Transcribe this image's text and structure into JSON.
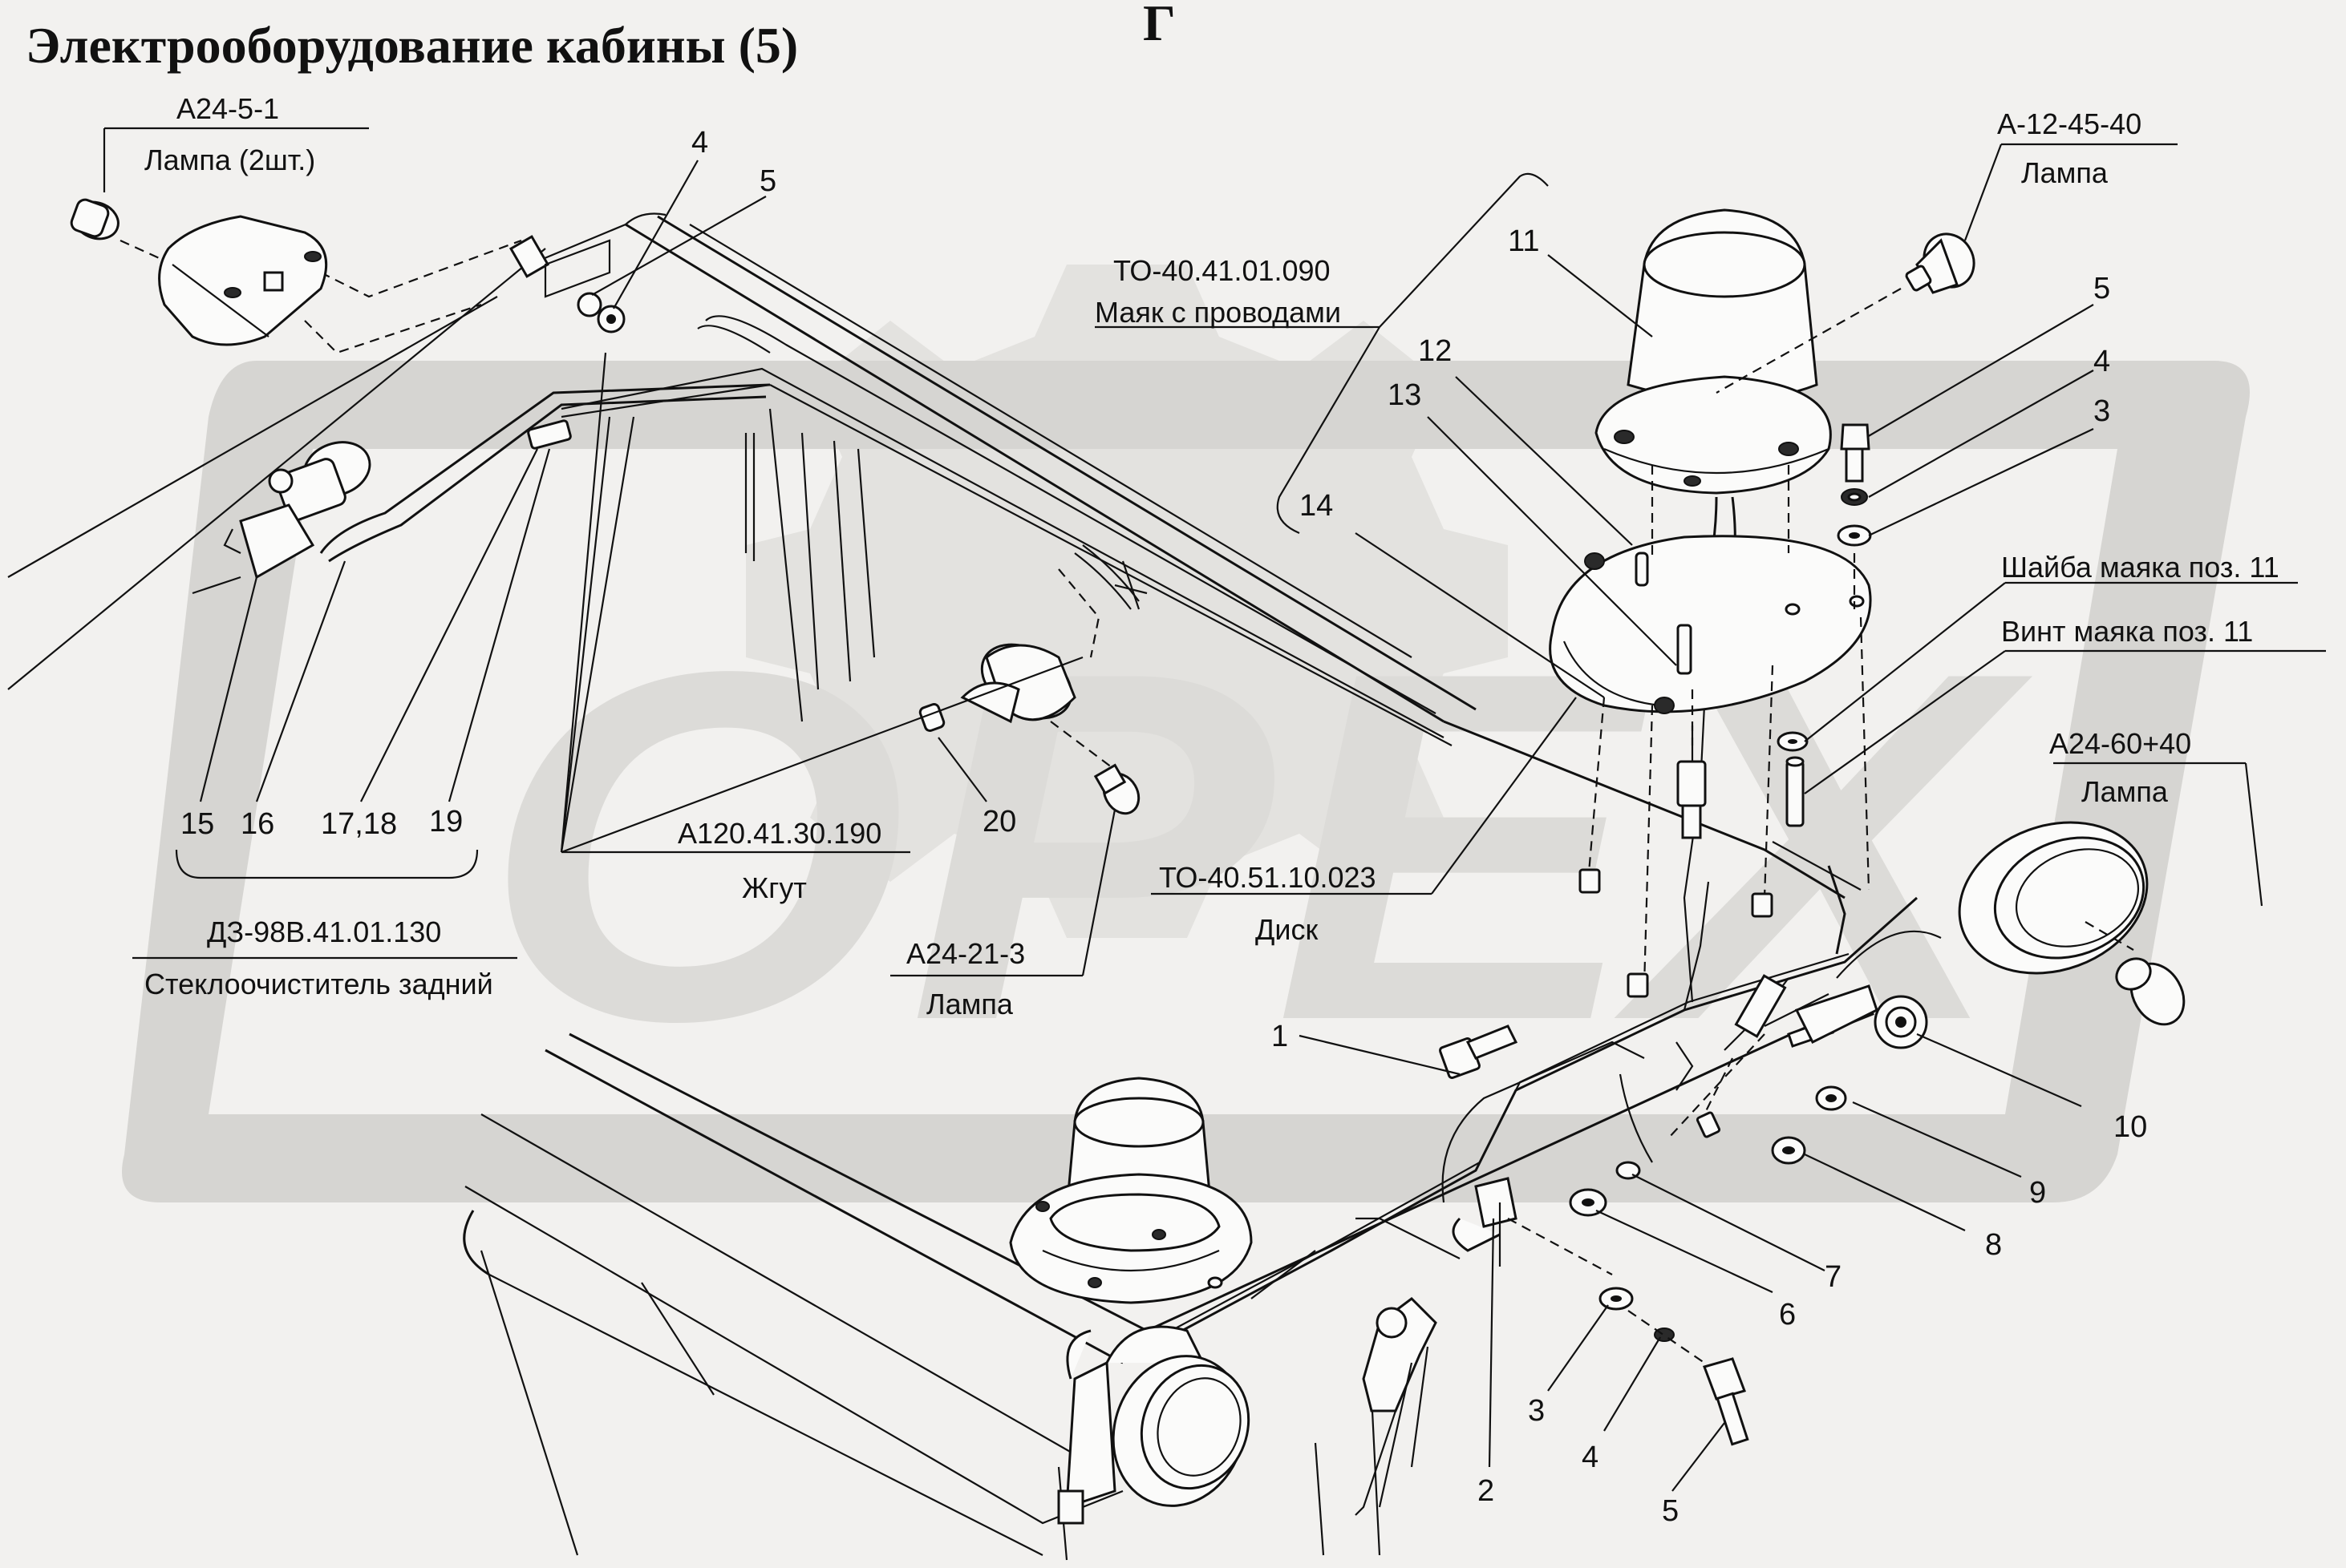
{
  "title": "Электрооборудование кабины (5)",
  "view_letter": "Г",
  "watermark": "OPEX",
  "callouts": {
    "lamp_2pcs_code": "А24-5-1",
    "lamp_2pcs_name": "Лампа (2шт.)",
    "beacon_lamp_code": "А-12-45-40",
    "beacon_lamp_name": "Лампа",
    "beacon_wires_code": "ТО-40.41.01.090",
    "beacon_wires_name": "Маяк с проводами",
    "beacon_washer": "Шайба маяка поз. 11",
    "beacon_screw": "Винт маяка поз. 11",
    "headlamp_code": "А24-60+40",
    "headlamp_name": "Лампа",
    "harness_code": "А120.41.30.190",
    "harness_name": "Жгут",
    "disk_code": "ТО-40.51.10.023",
    "disk_name": "Диск",
    "small_lamp_code": "А24-21-3",
    "small_lamp_name": "Лампа",
    "wiper_code": "ДЗ-98В.41.01.130",
    "wiper_name": "Стеклоочиститель задний"
  },
  "positions": {
    "p4_top": "4",
    "p5_top": "5",
    "p11": "11",
    "p12": "12",
    "p13": "13",
    "p14": "14",
    "p5_r": "5",
    "p4_r": "4",
    "p3_r": "3",
    "p15": "15",
    "p16": "16",
    "p17_18": "17,18",
    "p19": "19",
    "p20": "20",
    "p1": "1",
    "p10": "10",
    "p9": "9",
    "p8": "8",
    "p7": "7",
    "p6": "6",
    "p2": "2",
    "p3_b": "3",
    "p4_b": "4",
    "p5_b": "5"
  }
}
